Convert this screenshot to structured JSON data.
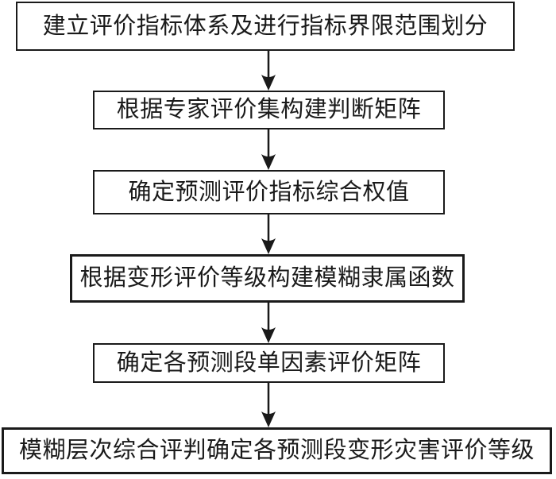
{
  "flowchart": {
    "type": "vertical-flowchart",
    "background_color": "#ffffff",
    "line_color": "#1a1a1a",
    "text_color": "#1a1a1a",
    "steps": [
      {
        "id": 1,
        "label": "建立评价指标体系及进行指标界限范围划分"
      },
      {
        "id": 2,
        "label": "根据专家评价集构建判断矩阵"
      },
      {
        "id": 3,
        "label": "确定预测评价指标综合权值"
      },
      {
        "id": 4,
        "label": "根据变形评价等级构建模糊隶属函数"
      },
      {
        "id": 5,
        "label": "确定各预测段单因素评价矩阵"
      },
      {
        "id": 6,
        "label": "模糊层次综合评判确定各预测段变形灾害评价等级"
      }
    ],
    "connections": [
      {
        "from": 1,
        "to": 2
      },
      {
        "from": 2,
        "to": 3
      },
      {
        "from": 3,
        "to": 4
      },
      {
        "from": 4,
        "to": 5
      },
      {
        "from": 5,
        "to": 6
      }
    ]
  }
}
